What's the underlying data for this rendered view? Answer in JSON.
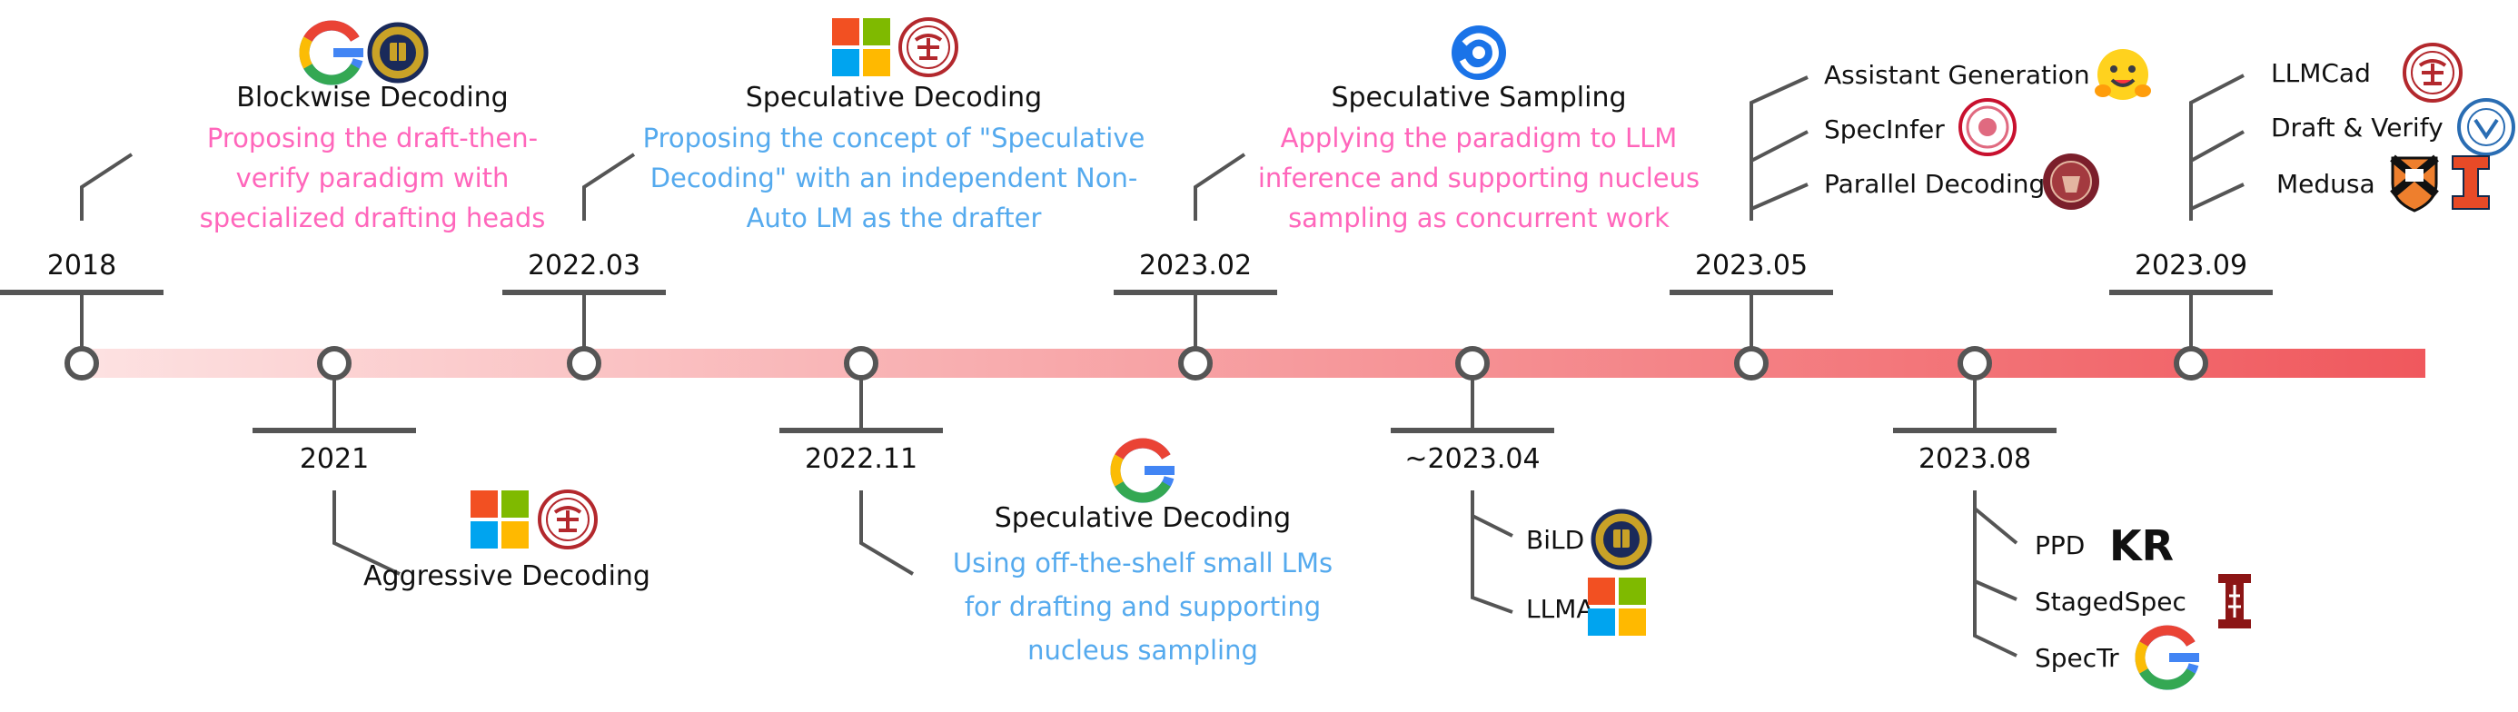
{
  "milestones": {
    "m2018": {
      "date": "2018",
      "title": "Blockwise Decoding",
      "desc": [
        "Proposing the draft-then-",
        "verify paradigm with",
        "specialized drafting heads"
      ]
    },
    "m2021": {
      "date": "2021",
      "title": "Aggressive Decoding"
    },
    "m202203": {
      "date": "2022.03",
      "title": "Speculative Decoding",
      "desc": [
        "Proposing the concept of \"Speculative",
        "Decoding\" with an independent Non-",
        "Auto LM as the drafter"
      ]
    },
    "m202211": {
      "date": "2022.11",
      "title": "Speculative Decoding",
      "desc": [
        "Using off-the-shelf small LMs",
        "for drafting and supporting",
        "nucleus sampling"
      ]
    },
    "m202302": {
      "date": "2023.02",
      "title": "Speculative Sampling",
      "desc": [
        "Applying the paradigm to LLM",
        "inference and supporting nucleus",
        "sampling as concurrent work"
      ]
    },
    "m202304": {
      "date": "~2023.04",
      "items": [
        "BiLD",
        "LLMA"
      ]
    },
    "m202305": {
      "date": "2023.05",
      "items": [
        "Assistant Generation",
        "SpecInfer",
        "Parallel Decoding"
      ]
    },
    "m202308": {
      "date": "2023.08",
      "items": [
        "PPD",
        "StagedSpec",
        "SpecTr"
      ]
    },
    "m202309": {
      "date": "2023.09",
      "items": [
        "LLMCad",
        "Draft & Verify",
        "Medusa"
      ]
    }
  },
  "logos": {
    "kr_text": "KR",
    "medusa_i": "I"
  },
  "colors": {
    "timeline_start": "#fde2e2",
    "timeline_end": "#f0585d",
    "pink_text": "#ff66bb",
    "blue_text": "#55aaee",
    "google_blue": "#4285f4",
    "google_red": "#ea4335",
    "google_yellow": "#fbbc05",
    "google_green": "#34a853",
    "ms_red": "#f25022",
    "ms_green": "#7fba00",
    "ms_blue": "#00a4ef",
    "ms_yellow": "#ffb900",
    "pku_red": "#b3282d",
    "berkeley_gold": "#c9a227",
    "berkeley_navy": "#1a2a5a",
    "deepmind_blue": "#1a73e8",
    "stanford_red": "#8c1515",
    "illinois_orange": "#e84a27",
    "princeton_orange": "#ee7f2d"
  },
  "icons": [
    "google-icon",
    "berkeley-seal-icon",
    "microsoft-icon",
    "pku-seal-icon",
    "deepmind-icon",
    "huggingface-icon",
    "cmu-seal-icon",
    "parallel-seal-icon",
    "kr-logo-icon",
    "stanford-icon",
    "princeton-icon",
    "illinois-icon",
    "university-seal-icon"
  ]
}
